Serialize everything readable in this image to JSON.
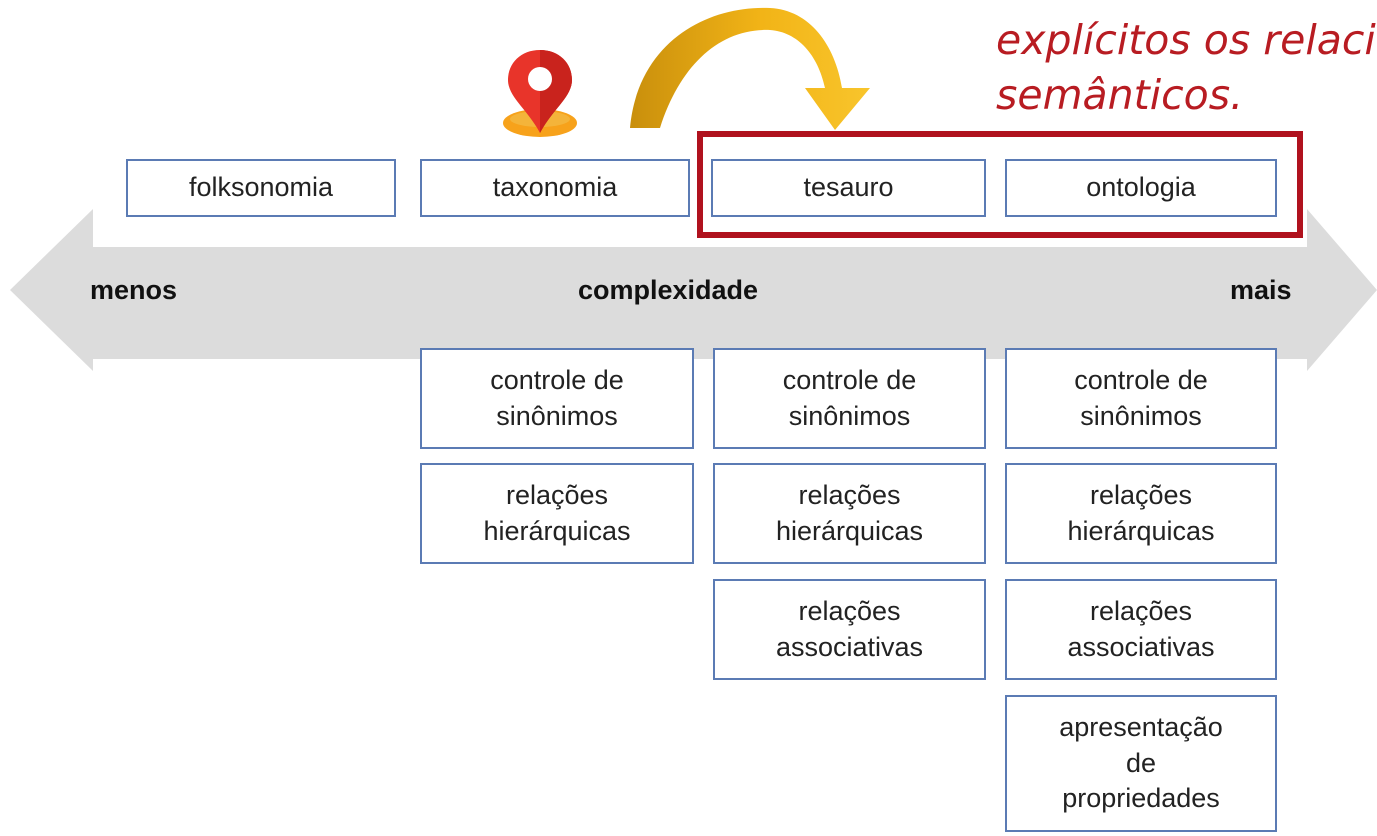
{
  "annotation": {
    "lines": [
      "explícitos os relacion",
      "semânticos."
    ],
    "color": "#b81c22"
  },
  "axis": {
    "left_label": "menos",
    "center_label": "complexidade",
    "right_label": "mais",
    "arrow_color": "#dcdcdc"
  },
  "levels": [
    {
      "id": "folksonomia",
      "label": "folksonomia"
    },
    {
      "id": "taxonomia",
      "label": "taxonomia"
    },
    {
      "id": "tesauro",
      "label": "tesauro"
    },
    {
      "id": "ontologia",
      "label": "ontologia"
    }
  ],
  "features": {
    "taxonomia": [
      "controle de\nsinônimos",
      "relações\nhierárquicas"
    ],
    "tesauro": [
      "controle de\nsinônimos",
      "relações\nhierárquicas",
      "relações\nassociativas"
    ],
    "ontologia": [
      "controle de\nsinônimos",
      "relações\nhierárquicas",
      "relações\nassociativas",
      "apresentação\nde\npropriedades"
    ]
  },
  "icons": {
    "pin": "location-pin-icon",
    "curved_arrow": "curved-arrow-icon"
  },
  "colors": {
    "box_border": "#5b7bb4",
    "highlight_frame": "#b0121e",
    "pin_red": "#e8342a",
    "pin_base": "#f7a21b",
    "arrow_gold": "#f2b417"
  }
}
